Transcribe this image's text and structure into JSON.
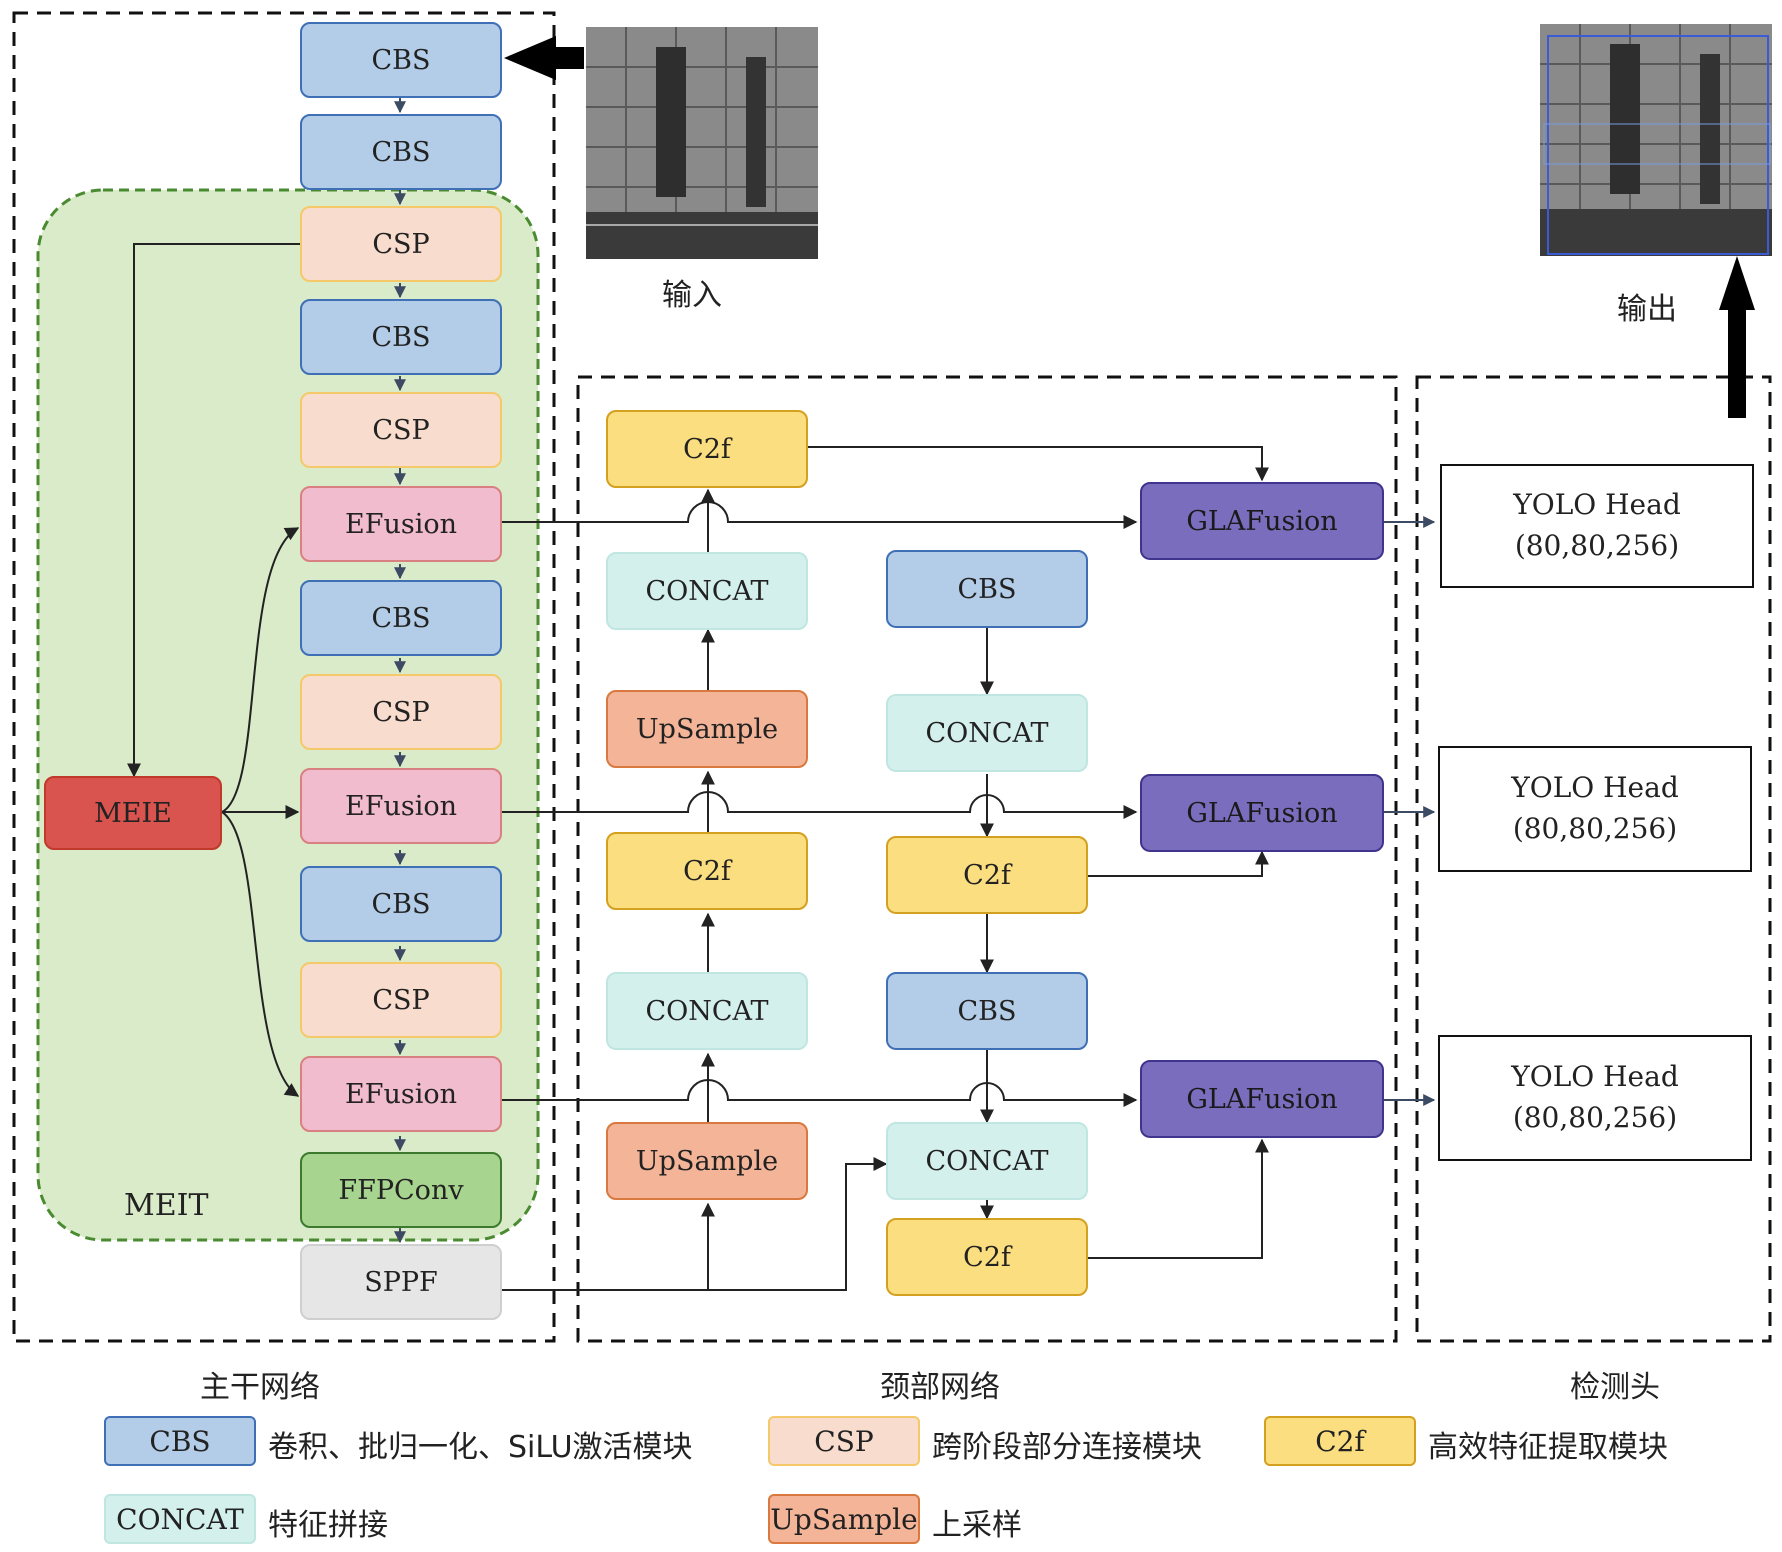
{
  "colors": {
    "CBS": {
      "fill": "#b3cde8",
      "stroke": "#3f6fb5"
    },
    "CSP": {
      "fill": "#f8dccd",
      "stroke": "#f5c96a"
    },
    "EFusion": {
      "fill": "#f1bcce",
      "stroke": "#d98080"
    },
    "MEIE": {
      "fill": "#d9534f",
      "stroke": "#c0392b"
    },
    "FFPConv": {
      "fill": "#a7d48e",
      "stroke": "#3d7a2f"
    },
    "SPPF": {
      "fill": "#e6e6e6",
      "stroke": "#cfcfcf"
    },
    "C2f": {
      "fill": "#fbde7f",
      "stroke": "#d4a020"
    },
    "CONCAT": {
      "fill": "#d4f0ed",
      "stroke": "#bfe6e1"
    },
    "UpSample": {
      "fill": "#f4b498",
      "stroke": "#d9793f"
    },
    "GLAFusion": {
      "fill": "#7b6dbd",
      "stroke": "#3f358e"
    },
    "MEIT_region": "#d9ebc8",
    "MEIT_border": "#4a8a30"
  },
  "backbone": {
    "blocks": [
      {
        "label": "CBS",
        "type": "CBS"
      },
      {
        "label": "CBS",
        "type": "CBS"
      },
      {
        "label": "CSP",
        "type": "CSP"
      },
      {
        "label": "CBS",
        "type": "CBS"
      },
      {
        "label": "CSP",
        "type": "CSP"
      },
      {
        "label": "EFusion",
        "type": "EFusion"
      },
      {
        "label": "CBS",
        "type": "CBS"
      },
      {
        "label": "CSP",
        "type": "CSP"
      },
      {
        "label": "EFusion",
        "type": "EFusion"
      },
      {
        "label": "CBS",
        "type": "CBS"
      },
      {
        "label": "CSP",
        "type": "CSP"
      },
      {
        "label": "EFusion",
        "type": "EFusion"
      },
      {
        "label": "FFPConv",
        "type": "FFPConv"
      },
      {
        "label": "SPPF",
        "type": "SPPF"
      }
    ],
    "meie": "MEIE",
    "meit_label": "MEIT",
    "section_label": "主干网络"
  },
  "neck": {
    "col1": [
      {
        "label": "C2f",
        "type": "C2f"
      },
      {
        "label": "CONCAT",
        "type": "CONCAT"
      },
      {
        "label": "UpSample",
        "type": "UpSample"
      },
      {
        "label": "C2f",
        "type": "C2f"
      },
      {
        "label": "CONCAT",
        "type": "CONCAT"
      },
      {
        "label": "UpSample",
        "type": "UpSample"
      }
    ],
    "col2": [
      {
        "label": "CBS",
        "type": "CBS"
      },
      {
        "label": "CONCAT",
        "type": "CONCAT"
      },
      {
        "label": "C2f",
        "type": "C2f"
      },
      {
        "label": "CBS",
        "type": "CBS"
      },
      {
        "label": "CONCAT",
        "type": "CONCAT"
      },
      {
        "label": "C2f",
        "type": "C2f"
      }
    ],
    "glafusion": [
      "GLAFusion",
      "GLAFusion",
      "GLAFusion"
    ],
    "section_label": "颈部网络"
  },
  "head": {
    "items": [
      {
        "line1": "YOLO Head",
        "line2": "(80,80,256)"
      },
      {
        "line1": "YOLO Head",
        "line2": "(80,80,256)"
      },
      {
        "line1": "YOLO Head",
        "line2": "(80,80,256)"
      }
    ],
    "section_label": "检测头"
  },
  "images": {
    "input_label": "输入",
    "output_label": "输出"
  },
  "legend": [
    {
      "tag": "CBS",
      "type": "CBS",
      "desc": "卷积、批归一化、SiLU激活模块"
    },
    {
      "tag": "CSP",
      "type": "CSP",
      "desc": "跨阶段部分连接模块"
    },
    {
      "tag": "C2f",
      "type": "C2f",
      "desc": "高效特征提取模块"
    },
    {
      "tag": "CONCAT",
      "type": "CONCAT",
      "desc": "特征拼接"
    },
    {
      "tag": "UpSample",
      "type": "UpSample",
      "desc": "上采样"
    }
  ]
}
